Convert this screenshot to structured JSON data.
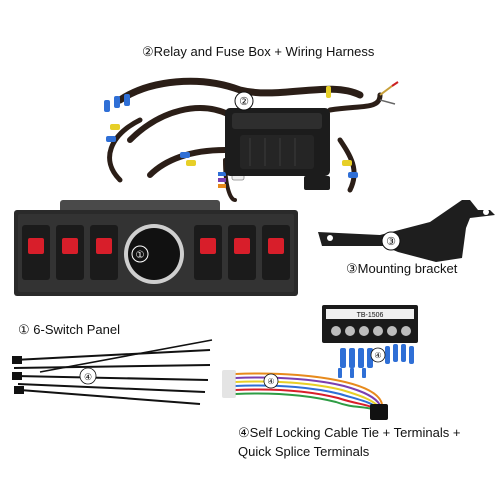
{
  "captions": {
    "relay_box": "②Relay and Fuse Box + Wiring Harness",
    "bracket": "③Mounting bracket",
    "panel": "① 6-Switch Panel",
    "accessories_line1": "④Self Locking Cable Tie + Terminals +",
    "accessories_line2": "Quick Splice Terminals"
  },
  "markers": {
    "panel": "①",
    "relay_box": "②",
    "bracket": "③",
    "accessories": "④"
  },
  "terminal_block_label": "TB-1506",
  "colors": {
    "harness": "#2b1e17",
    "panel": "#2a2a2a",
    "switch_red": "#d81e2a",
    "terminal_blue": "#2f6fd6",
    "wire_orange": "#e78a1c",
    "wire_purple": "#7b3fb0",
    "wire_yellow": "#e7cf27"
  }
}
